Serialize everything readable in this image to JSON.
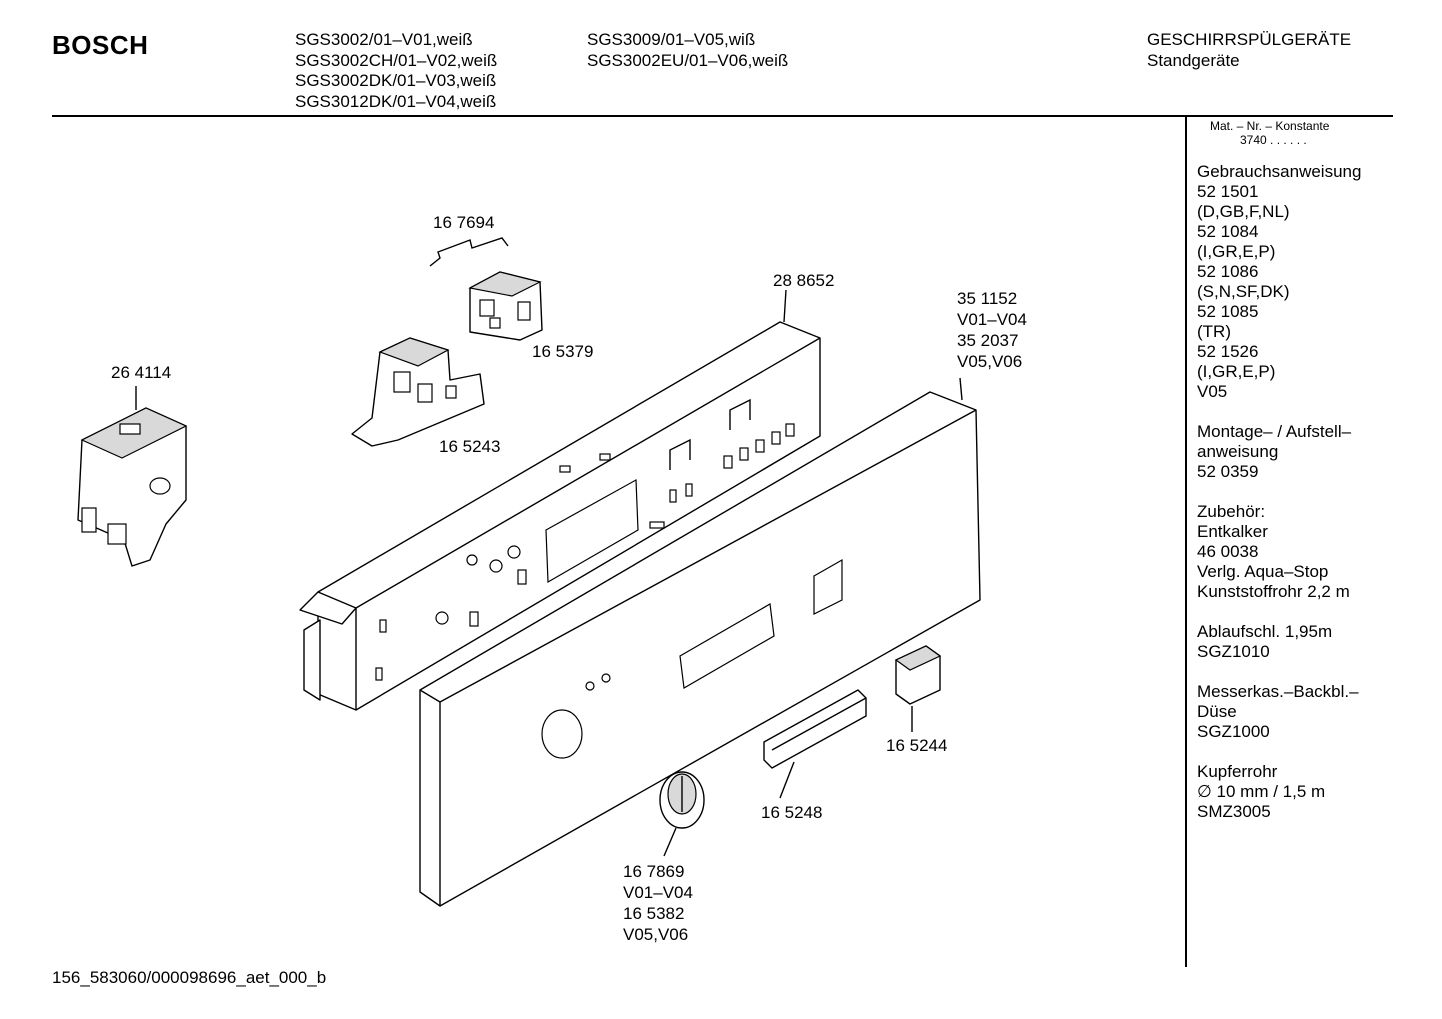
{
  "header": {
    "brand": "BOSCH",
    "models_col1": [
      "SGS3002/01–V01,weiß",
      "SGS3002CH/01–V02,weiß",
      "SGS3002DK/01–V03,weiß",
      "SGS3012DK/01–V04,weiß"
    ],
    "models_col2": [
      "SGS3009/01–V05,wiß",
      "SGS3002EU/01–V06,weiß"
    ],
    "category": "GESCHIRRSPÜLGERÄTE",
    "subcategory": "Standgeräte"
  },
  "mat_nr": {
    "label": "Mat. – Nr. – Konstante",
    "value": "3740 .  .  .  .  .  ."
  },
  "sidebar": {
    "blocks": [
      [
        "Gebrauchsanweisung",
        "52 1501",
        "(D,GB,F,NL)",
        "52 1084",
        "(I,GR,E,P)",
        "52 1086",
        "(S,N,SF,DK)",
        "52 1085",
        "(TR)",
        "52 1526",
        "(I,GR,E,P)",
        "V05"
      ],
      [
        "Montage– / Aufstell–",
        "anweisung",
        "52 0359"
      ],
      [
        "Zubehör:",
        "Entkalker",
        "46 0038",
        "Verlg. Aqua–Stop",
        "Kunststoffrohr 2,2 m"
      ],
      [
        "Ablaufschl. 1,95m",
        "SGZ1010"
      ],
      [
        "Messerkas.–Backbl.–",
        "Düse",
        "SGZ1000"
      ],
      [
        "Kupferrohr",
        "∅ 10 mm / 1,5 m",
        "SMZ3005"
      ]
    ]
  },
  "parts": {
    "p167694": "16 7694",
    "p165379": "16 5379",
    "p165243": "16 5243",
    "p288652": "28 8652",
    "p264114": "26 4114",
    "p351152": [
      "35 1152",
      "V01–V04",
      "35 2037",
      "V05,V06"
    ],
    "p165244": "16 5244",
    "p165248": "16 5248",
    "p167869": [
      "16 7869",
      "V01–V04",
      "16 5382",
      "V05,V06"
    ]
  },
  "footer": {
    "doc_id": "156_583060/000098696_aet_000_b"
  }
}
